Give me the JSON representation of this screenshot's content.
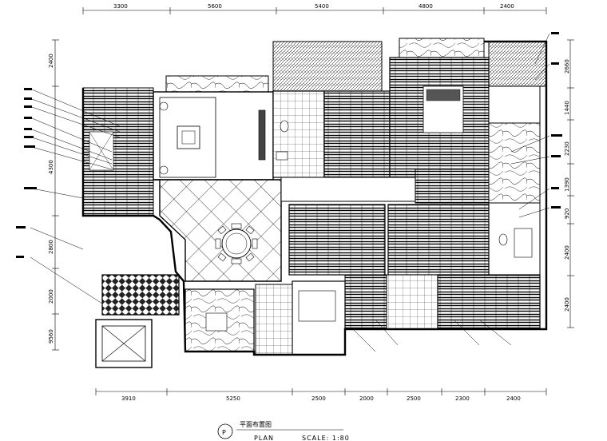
{
  "dimensions": {
    "top": [
      "3300",
      "5600",
      "5400",
      "4800",
      "2400"
    ],
    "bottom": [
      "3910",
      "5250",
      "2500",
      "2000",
      "2500",
      "2300",
      "2400"
    ],
    "left": [
      "2400",
      "4300",
      "2800",
      "2000",
      "9560"
    ],
    "right": [
      "2660",
      "1440",
      "2230",
      "1390",
      "920",
      "2400",
      "2400"
    ]
  },
  "title": {
    "circle_letter": "P",
    "name": "平面布置图",
    "plan_label": "PLAN",
    "scale_label": "SCALE: 1:80"
  }
}
